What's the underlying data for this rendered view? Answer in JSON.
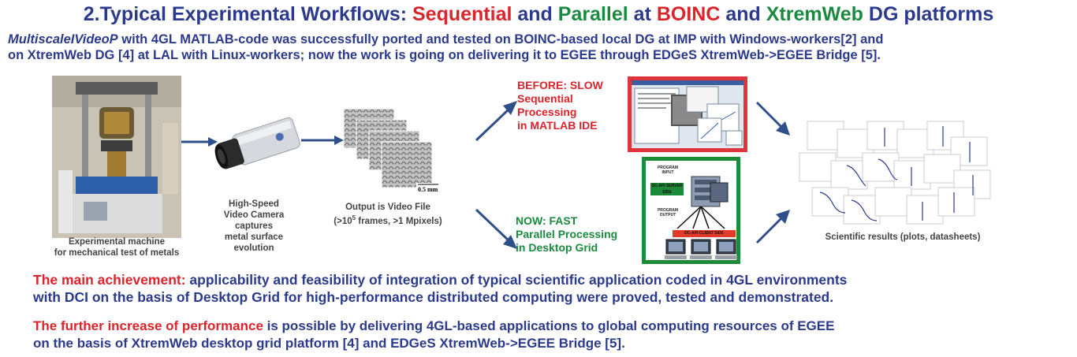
{
  "title": {
    "prefix": "2.Typical Experimental Workflows: ",
    "sequential": "Sequential",
    "and1": " and ",
    "parallel": "Parallel",
    "at": " at ",
    "boinc": "BOINC",
    "and2": " and ",
    "xtremweb": "XtremWeb",
    "suffix": " DG platforms"
  },
  "intro": {
    "app_name": "MultiscaleIVideoP",
    "line1_rest": " with 4GL MATLAB-code was successfully ported and tested on BOINC-based local DG at IMP with Windows-workers[2] and",
    "line2": "on XtremWeb DG [4] at LAL with Linux-workers; now the work is going on delivering it to EGEE through EDGeS XtremWeb->EGEE Bridge [5]."
  },
  "workflow": {
    "machine_caption_1": "Experimental machine",
    "machine_caption_2": "for mechanical test of metals",
    "camera_caption_1": "High-Speed",
    "camera_caption_2": "Video Camera",
    "camera_caption_3": "captures",
    "camera_caption_4": "metal surface",
    "camera_caption_5": "evolution",
    "video_caption_1": "Output is Video File",
    "video_caption_2a": "(>10",
    "video_caption_2sup": "5",
    "video_caption_2b": " frames, >1 Mpixels)",
    "scale_label": "0.5 mm",
    "before_1": "BEFORE: SLOW",
    "before_2": "Sequential",
    "before_3": "Processing",
    "before_4": "in MATLAB IDE",
    "now_1": "NOW: FAST",
    "now_2": "Parallel Processing",
    "now_3": "in Desktop Grid",
    "grid_program_input": "PROGRAM INPUT",
    "grid_server_side": "DC-API SERVER SIDE",
    "grid_program_output": "PROGRAM OUTPUT",
    "grid_client_side": "DC-API CLIENT SIDE",
    "results_caption": "Scientific results (plots, datasheets)"
  },
  "footer": {
    "achievement_label": "The main achievement:",
    "achievement_text_1": " applicability and feasibility of integration of typical scientific application coded in 4GL environments",
    "achievement_text_2": "with DCI on the basis of Desktop Grid for high-performance distributed computing were proved, tested and demonstrated.",
    "further_label": "The further increase of performance",
    "further_text_1": " is possible by delivering 4GL-based applications to global computing resources of EGEE",
    "further_text_2": "on the basis of XtremWeb desktop grid platform [4] and EDGeS XtremWeb->EGEE Bridge [5]."
  },
  "colors": {
    "navy": "#2b3a8c",
    "red": "#d9252b",
    "green": "#1c8a3e",
    "arrow": "#2f4f8a"
  }
}
